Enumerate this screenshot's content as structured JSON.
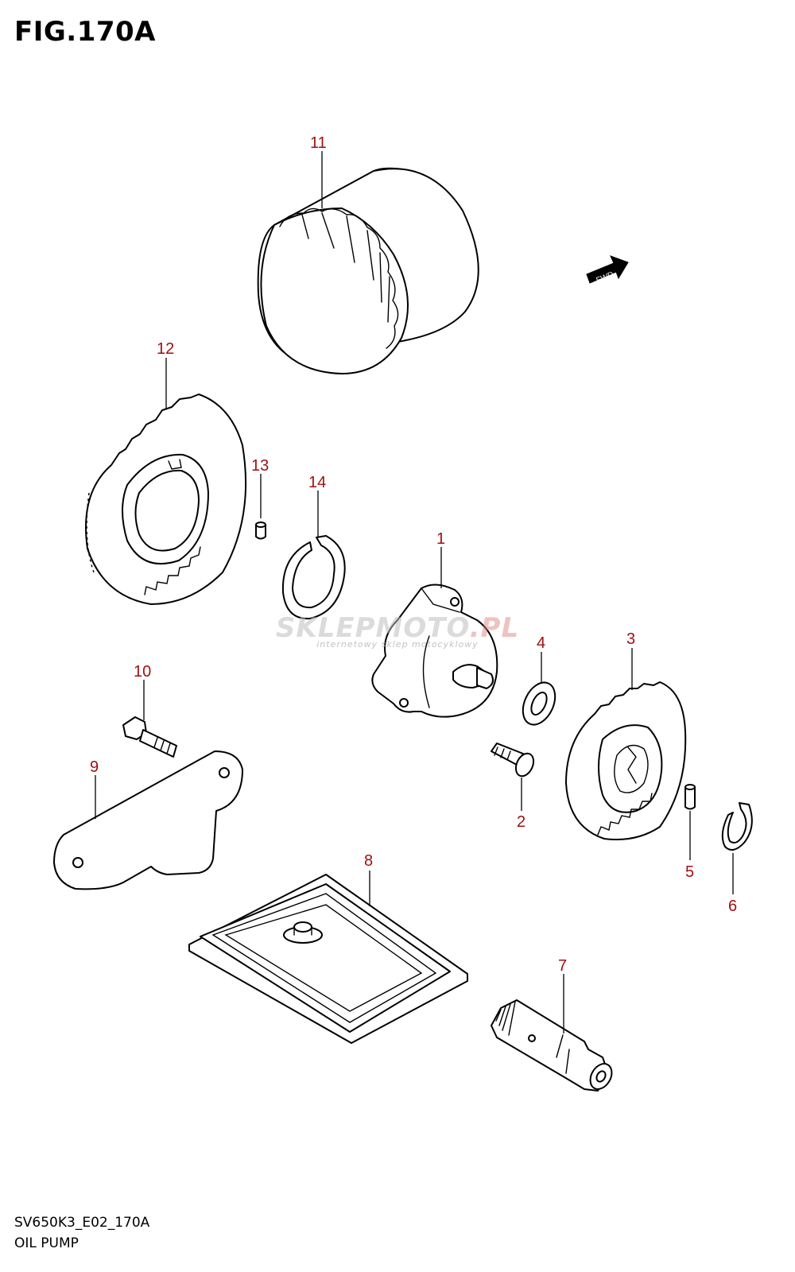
{
  "figure": {
    "title": "FIG.170A",
    "code": "SV650K3_E02_170A",
    "name": "OIL PUMP"
  },
  "direction_tag": {
    "text": "FWD"
  },
  "watermark": {
    "main_left": "SKLEPMOTO",
    "main_right": ".PL",
    "sub": "internetowy sklep motocyklowy"
  },
  "callouts": {
    "p1": "1",
    "p2": "2",
    "p3": "3",
    "p4": "4",
    "p5": "5",
    "p6": "6",
    "p7": "7",
    "p8": "8",
    "p9": "9",
    "p10": "10",
    "p11": "11",
    "p12": "12",
    "p13": "13",
    "p14": "14"
  },
  "colors": {
    "callout": "#a01010",
    "line": "#000000",
    "background": "#ffffff"
  }
}
